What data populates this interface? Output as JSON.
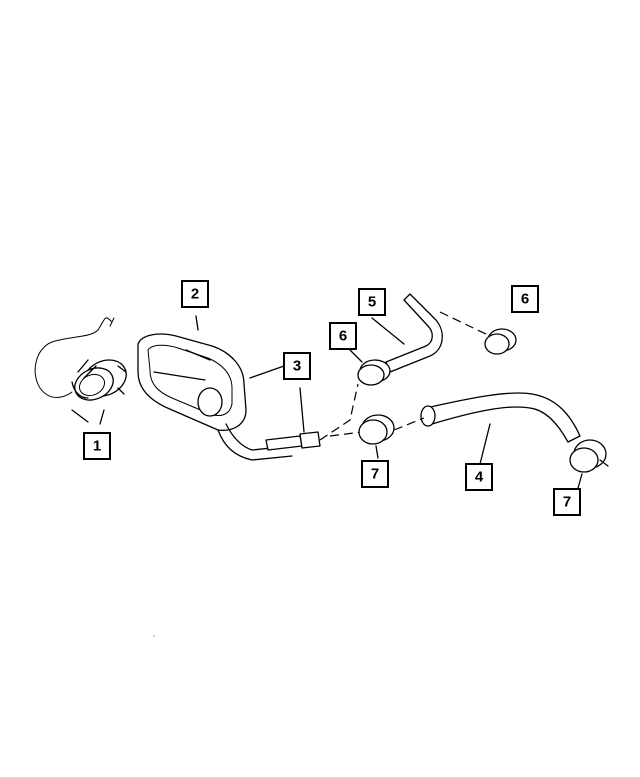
{
  "callouts": {
    "c1": "1",
    "c2": "2",
    "c3": "3",
    "c4": "4",
    "c5": "5",
    "c6a": "6",
    "c6b": "6",
    "c7a": "7",
    "c7b": "7"
  }
}
